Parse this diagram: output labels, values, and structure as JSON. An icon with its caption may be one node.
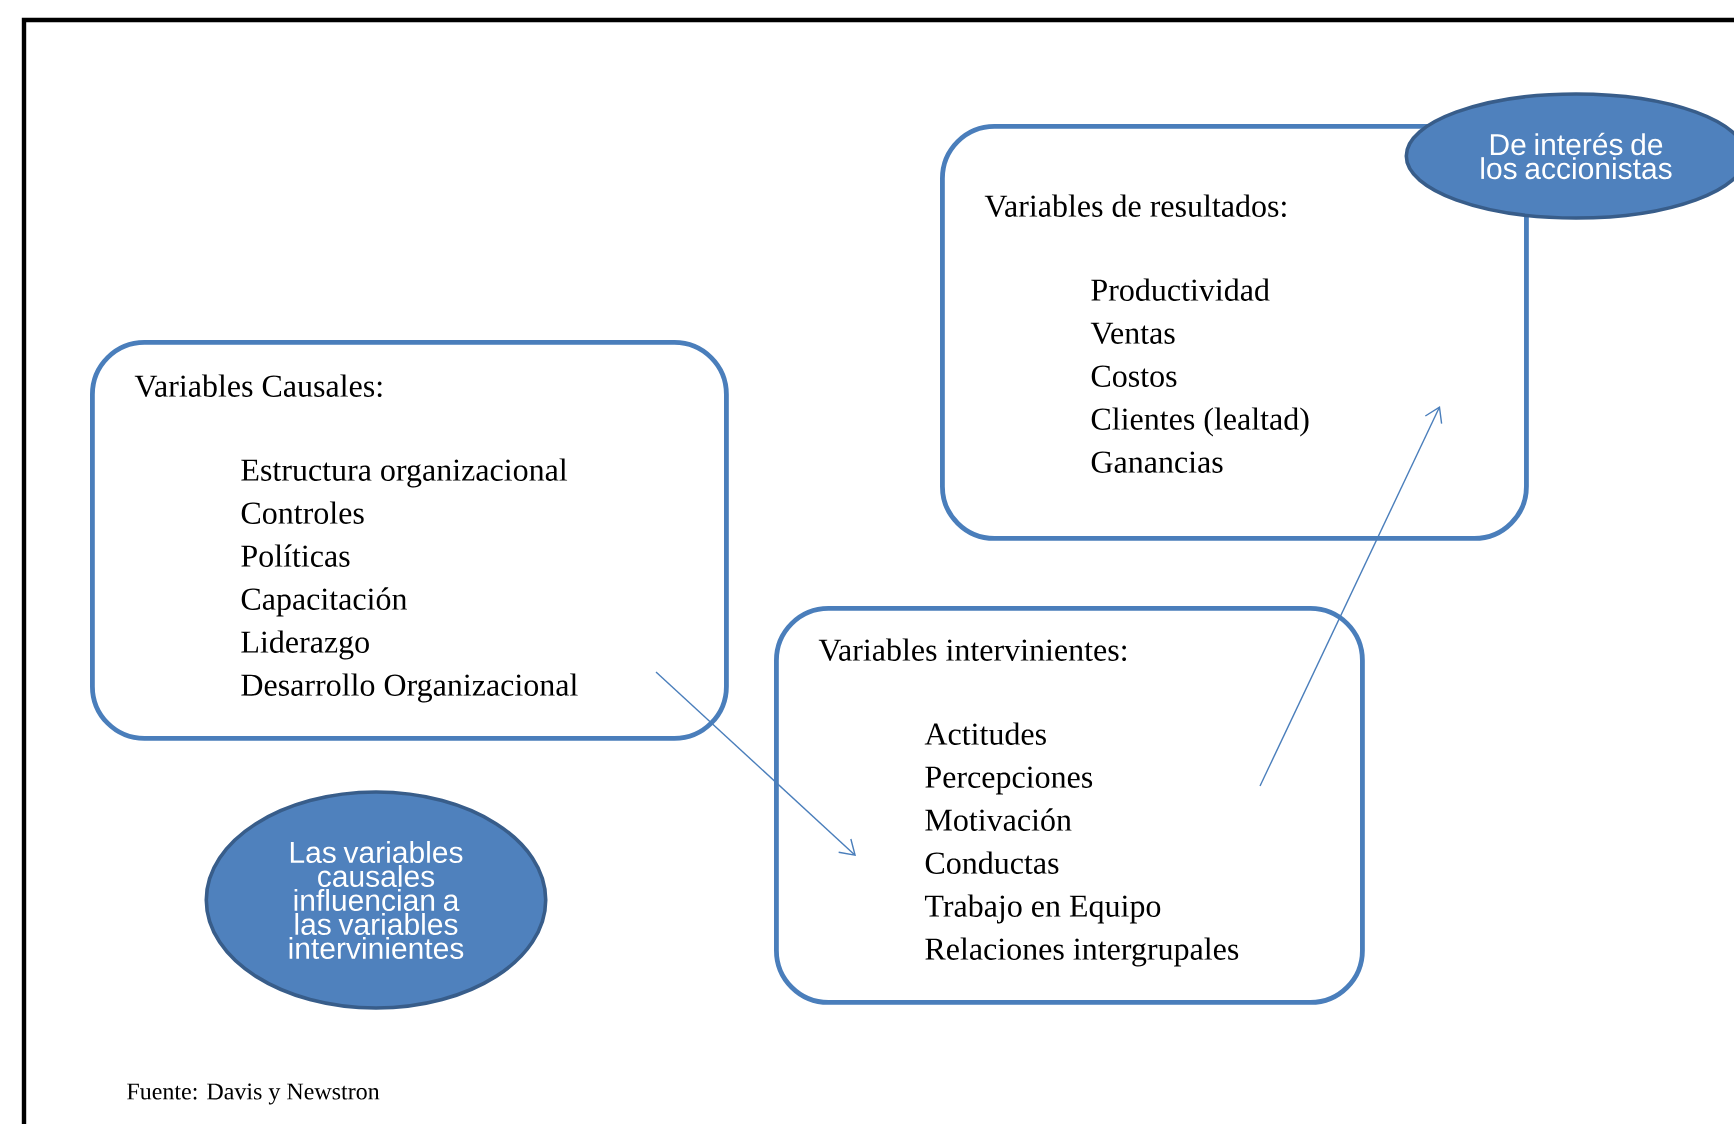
{
  "diagram": {
    "nodes": [
      {
        "text": [
          "Variables de resultados:",
          "Productividad",
          "Ventas",
          "Costos",
          "Clientes (lealtad)",
          "Ganancias"
        ]
      },
      {
        "text": [
          "De interés de los accionistas"
        ]
      },
      {
        "text": [
          "Variables Causales:",
          "Estructura organizacional",
          "Controles",
          "Políticas",
          "Capacitación",
          "Liderazgo",
          "Desarrollo Organizacional"
        ]
      },
      {
        "text": [
          "Variables intervinientes:",
          "Actitudes",
          "Percepciones",
          "Motivación",
          "Conductas",
          "Trabajo en Equipo",
          "Relaciones intergrupales"
        ]
      },
      {
        "text": [
          "Las variables causales influencian a las variables intervinientes"
        ]
      }
    ],
    "edges": [
      {
        "from": 2,
        "to": 3,
        "arrow": "to"
      },
      {
        "from": 3,
        "to": 0,
        "arrow": "to"
      }
    ],
    "labels": [
      "Fuente: Davis y Newstron"
    ]
  }
}
